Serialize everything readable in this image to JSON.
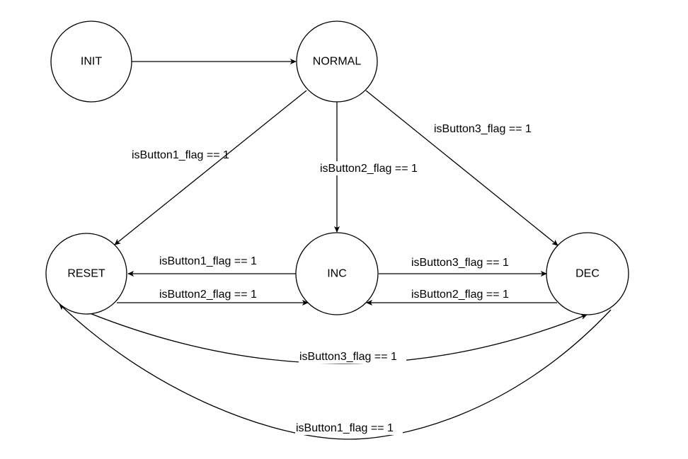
{
  "diagram": {
    "states": {
      "init": "INIT",
      "normal": "NORMAL",
      "reset": "RESET",
      "inc": "INC",
      "dec": "DEC"
    },
    "transitions": {
      "normal_to_reset": "isButton1_flag == 1",
      "normal_to_inc": "isButton2_flag == 1",
      "normal_to_dec": "isButton3_flag == 1",
      "inc_to_reset": "isButton1_flag == 1",
      "reset_to_inc": "isButton2_flag == 1",
      "inc_to_dec": "isButton3_flag == 1",
      "dec_to_inc": "isButton2_flag == 1",
      "reset_to_dec": "isButton3_flag == 1",
      "dec_to_reset": "isButton1_flag == 1"
    }
  }
}
